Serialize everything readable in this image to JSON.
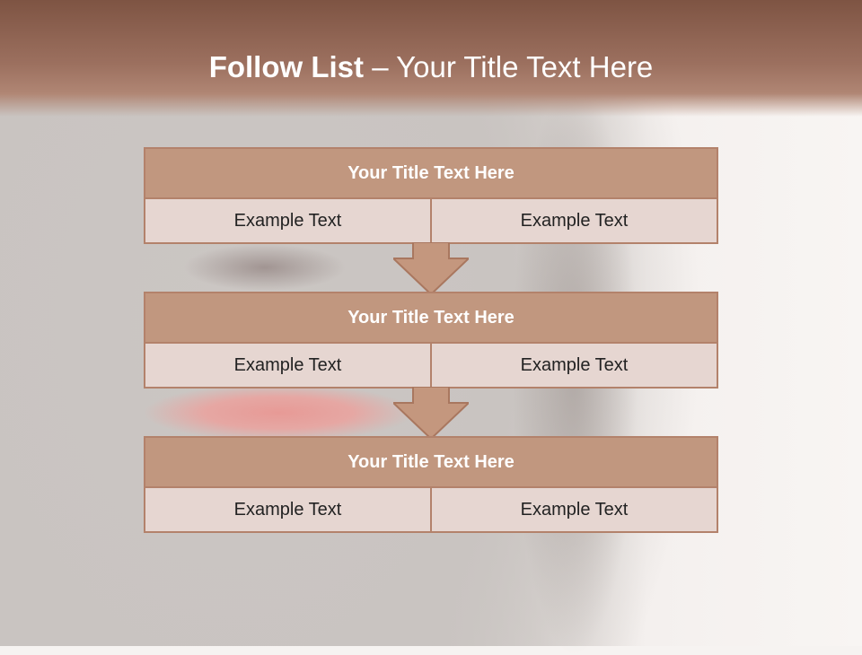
{
  "slide": {
    "title_bold": "Follow List",
    "title_rest": " – Your Title Text Here"
  },
  "steps": [
    {
      "title": "Your Title Text Here",
      "left": "Example Text",
      "right": "Example Text"
    },
    {
      "title": "Your Title Text Here",
      "left": "Example Text",
      "right": "Example Text"
    },
    {
      "title": "Your Title Text Here",
      "left": "Example Text",
      "right": "Example Text"
    }
  ],
  "colors": {
    "header": "#9c705f",
    "box_title": "#c1977f",
    "box_cell": "#e6d6d1",
    "border": "#b3826b",
    "arrow": "#c4977e"
  }
}
